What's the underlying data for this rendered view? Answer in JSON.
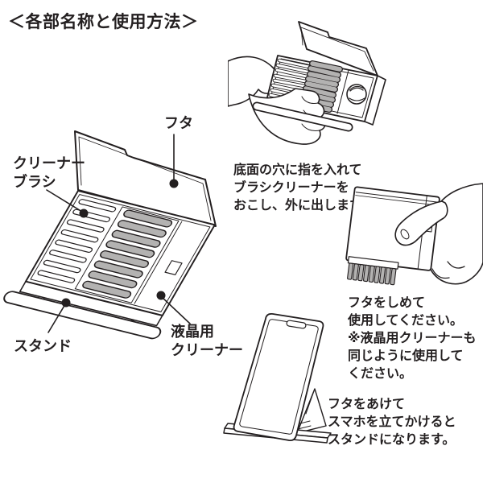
{
  "page": {
    "title": "＜各部名称と使用方法＞"
  },
  "colors": {
    "ink": "#231f20",
    "bristle": "#b3b2b1",
    "paper": "#ffffff"
  },
  "part_labels": {
    "lid": "フタ",
    "cleaner_brush": [
      "クリーナー",
      "ブラシ"
    ],
    "stand": "スタンド",
    "lcd_cleaner": [
      "液晶用",
      "クリーナー"
    ]
  },
  "instructions": [
    {
      "name": "take-out-brush",
      "lines": [
        "底面の穴に指を入れて",
        "ブラシクリーナーを",
        "おこし、外に出します。"
      ]
    },
    {
      "name": "use-with-lid-closed",
      "lines": [
        "フタをしめて",
        "使用してください。",
        "※液晶用クリーナーも",
        "同じように使用して",
        "ください。"
      ]
    },
    {
      "name": "use-as-stand",
      "lines": [
        "フタをあけて",
        "スマホを立てかけると",
        "スタンドになります。"
      ]
    }
  ]
}
